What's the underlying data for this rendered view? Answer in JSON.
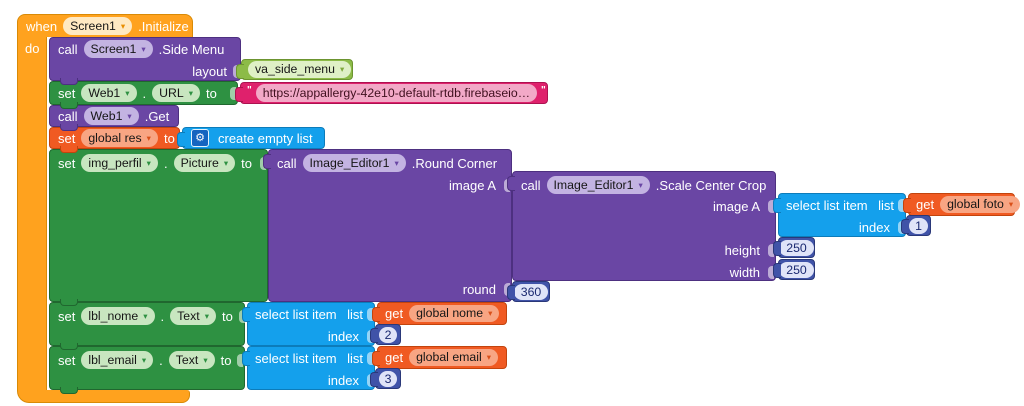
{
  "ui": {
    "dropdown_arrow": "▾",
    "gear_icon": "⚙"
  },
  "colors": {
    "wrapper_orange": "#FFA21E",
    "method_purple": "#6A46A4",
    "setter_green": "#2E9142",
    "variable_orange": "#F05A22",
    "text_pink": "#DF216C",
    "list_blue": "#14A0EC",
    "math_indigo": "#4053A8",
    "component_lime": "#8CBB47"
  },
  "when_screen_initialize": {
    "kw_when": "when",
    "component": "Screen1",
    "event": ".Initialize",
    "kw_do": "do"
  },
  "call_side_menu": {
    "kw_call": "call",
    "component": "Screen1",
    "method": ".Side Menu",
    "param_layout": "layout"
  },
  "va_side_menu": {
    "value": "va_side_menu"
  },
  "set_web_url": {
    "kw_set": "set",
    "component": "Web1",
    "dot": ".",
    "property": "URL",
    "kw_to": "to"
  },
  "url_text": {
    "quote_open": "\"",
    "quote_close": "\"",
    "value": "https://appallergy-42e10-default-rtdb.firebaseio…"
  },
  "call_web_get": {
    "kw_call": "call",
    "component": "Web1",
    "method": ".Get"
  },
  "set_global_res": {
    "kw_set": "set",
    "variable": "global res",
    "kw_to": "to"
  },
  "create_empty_list": {
    "label": "create empty list"
  },
  "set_img_perfil_picture": {
    "kw_set": "set",
    "component": "img_perfil",
    "dot": ".",
    "property": "Picture",
    "kw_to": "to"
  },
  "call_round_corner": {
    "kw_call": "call",
    "component": "Image_Editor1",
    "method": ".Round Corner",
    "param_image_a": "image A",
    "param_round": "round"
  },
  "round_value": "360",
  "call_scale_center_crop": {
    "kw_call": "call",
    "component": "Image_Editor1",
    "method": ".Scale Center Crop",
    "param_image_a": "image A",
    "param_height": "height",
    "param_width": "width"
  },
  "height_value": "250",
  "width_value": "250",
  "select_item_foto": {
    "label": "select list item",
    "param_list": "list",
    "param_index": "index"
  },
  "index_foto": "1",
  "get_global_foto": {
    "kw_get": "get",
    "variable": "global foto"
  },
  "set_lbl_nome_text": {
    "kw_set": "set",
    "component": "lbl_nome",
    "dot": ".",
    "property": "Text",
    "kw_to": "to"
  },
  "select_item_nome": {
    "label": "select list item",
    "param_list": "list",
    "param_index": "index"
  },
  "index_nome": "2",
  "get_global_nome": {
    "kw_get": "get",
    "variable": "global nome"
  },
  "set_lbl_email_text": {
    "kw_set": "set",
    "component": "lbl_email",
    "dot": ".",
    "property": "Text",
    "kw_to": "to"
  },
  "select_item_email": {
    "label": "select list item",
    "param_list": "list",
    "param_index": "index"
  },
  "index_email": "3",
  "get_global_email": {
    "kw_get": "get",
    "variable": "global email"
  }
}
